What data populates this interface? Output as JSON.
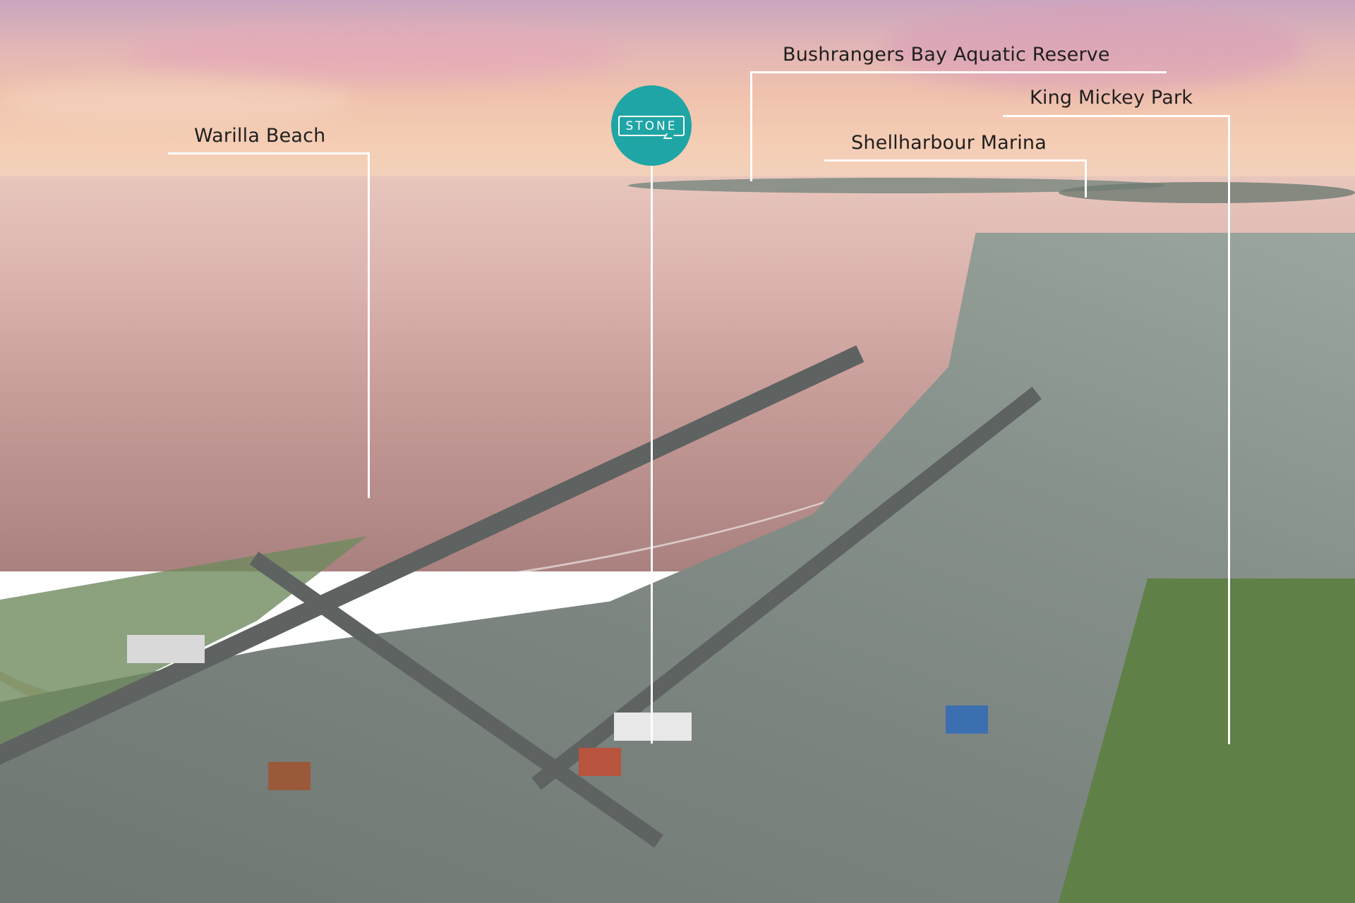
{
  "photo": {
    "description_icon": "aerial-coastal-suburb-photo"
  },
  "brand": {
    "logo_text": "STONE",
    "logo_color": "#1fa5a5"
  },
  "annotations": [
    {
      "id": "warilla-beach",
      "label": "Warilla Beach"
    },
    {
      "id": "bushrangers-bay",
      "label": "Bushrangers Bay Aquatic Reserve"
    },
    {
      "id": "king-mickey-park",
      "label": "King Mickey Park"
    },
    {
      "id": "shellharbour-marina",
      "label": "Shellharbour Marina"
    }
  ]
}
